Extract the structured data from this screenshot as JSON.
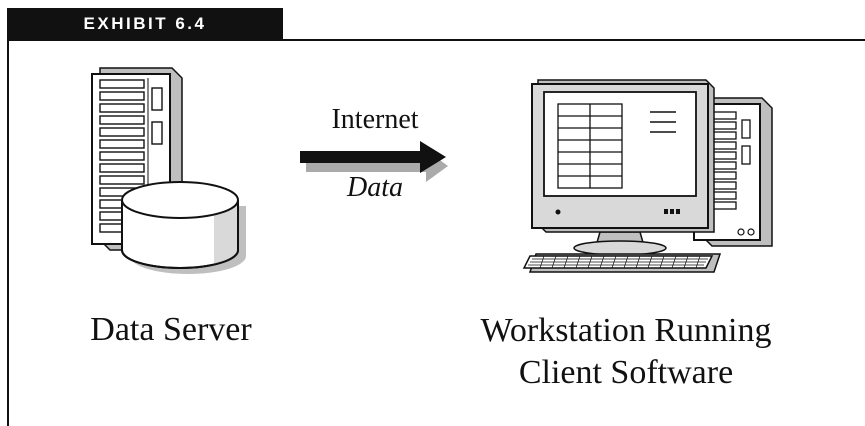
{
  "exhibit": {
    "label": "EXHIBIT 6.4"
  },
  "connection": {
    "top_label": "Internet",
    "bottom_label": "Data"
  },
  "server": {
    "caption": "Data Server"
  },
  "workstation": {
    "caption_line1": "Workstation Running",
    "caption_line2": "Client Software"
  },
  "colors": {
    "ink": "#111111",
    "shade": "#bfbfbf",
    "fill": "#ffffff",
    "arrow_shadow": "#aaaaaa"
  }
}
